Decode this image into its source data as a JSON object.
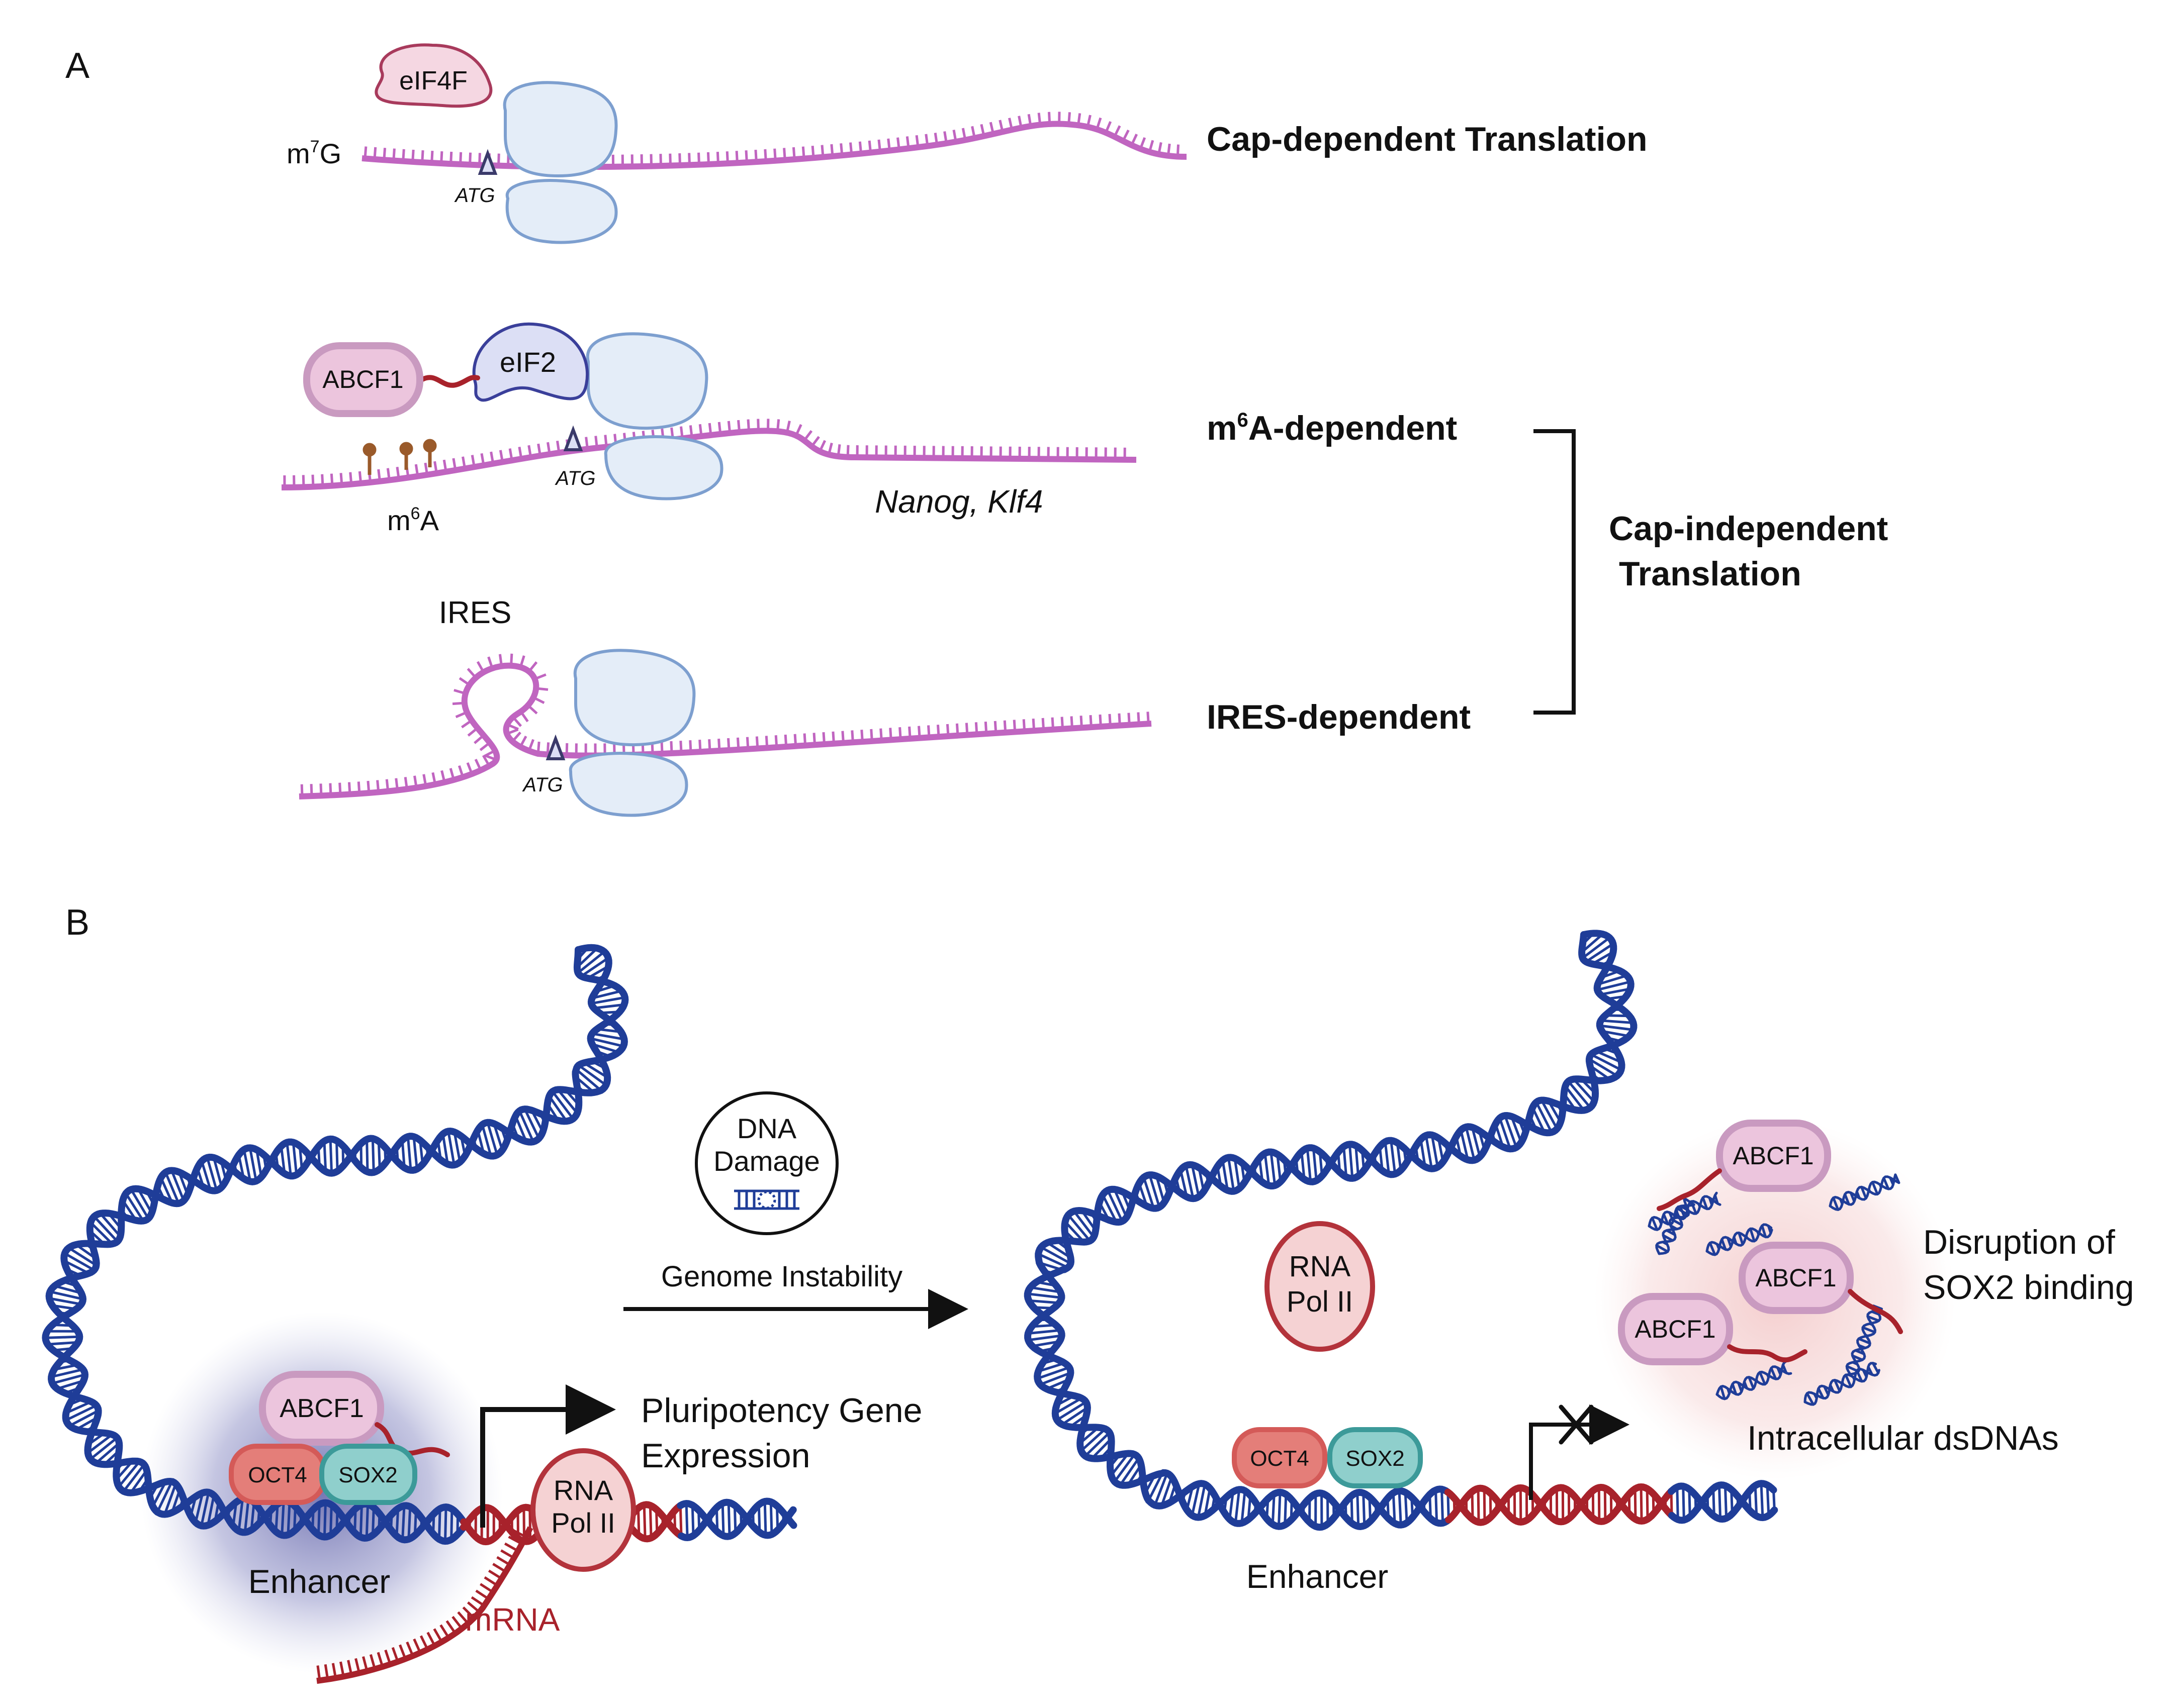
{
  "panel_a": {
    "label": "A",
    "rows": [
      {
        "cap_label": "m",
        "cap_sup": "7",
        "cap_suffix": "G",
        "factor": "eIF4F",
        "start_codon": "ATG",
        "title": "Cap-dependent Translation"
      },
      {
        "protein": "ABCF1",
        "factor": "eIF2",
        "mod_label": "m",
        "mod_sup": "6",
        "mod_suffix": "A",
        "start_codon": "ATG",
        "genes": "Nanog, Klf4",
        "title_prefix": "m",
        "title_sup": "6",
        "title_suffix": "A-dependent"
      },
      {
        "structure": "IRES",
        "start_codon": "ATG",
        "title": "IRES-dependent"
      }
    ],
    "bracket_label_line1": "Cap-independent",
    "bracket_label_line2": "Translation"
  },
  "panel_b": {
    "label": "B",
    "left": {
      "abcf1": "ABCF1",
      "oct4": "OCT4",
      "sox2": "SOX2",
      "enhancer": "Enhancer",
      "polymerase_line1": "RNA",
      "polymerase_line2": "Pol II",
      "mrna": "mRNA",
      "output_line1": "Pluripotency Gene",
      "output_line2": "Expression"
    },
    "transition": {
      "damage_line1": "DNA",
      "damage_line2": "Damage",
      "arrow_label": "Genome Instability"
    },
    "right": {
      "polymerase_line1": "RNA",
      "polymerase_line2": "Pol II",
      "oct4": "OCT4",
      "sox2": "SOX2",
      "enhancer": "Enhancer",
      "abcf1_copies": [
        "ABCF1",
        "ABCF1",
        "ABCF1"
      ],
      "outcome_line1": "Disruption of",
      "outcome_line2": "SOX2 binding",
      "dsdna_label": "Intracellular dsDNAs"
    }
  },
  "colors": {
    "mrna_strand": "#c065c0",
    "ribosome_fill": "#e4edf8",
    "ribosome_stroke": "#7d9fcf",
    "dna_blue": "#1f3d98",
    "dna_red": "#a8222b",
    "protein_pink_fill": "#ecc5dd",
    "oct4_fill": "#e47e79",
    "sox2_fill": "#8fcfcc",
    "pol_fill": "#f5d2d3",
    "eif2_fill": "#dcdff5",
    "eif4f_fill": "#f5d7e2"
  }
}
